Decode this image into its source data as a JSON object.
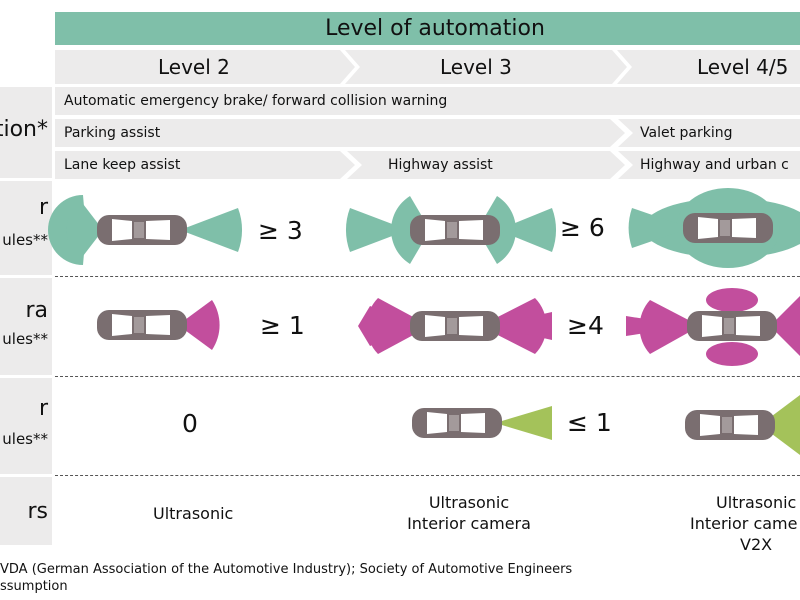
{
  "header": {
    "title": "Level of automation"
  },
  "levels": [
    "Level 2",
    "Level 3",
    "Level 4/5"
  ],
  "left_labels": {
    "functions": "ation*",
    "radar_top": "r",
    "radar_sub": "ules**",
    "camera_top": "ra",
    "camera_sub": "ules**",
    "lidar_top": "r",
    "lidar_sub": "ules**",
    "other_sensors": "rs"
  },
  "features": {
    "row1": "Automatic emergency brake/ forward collision warning",
    "parking_assist": "Parking assist",
    "valet_parking": "Valet parking",
    "lane_keep_assist": "Lane keep assist",
    "highway_assist": "Highway assist",
    "highway_urban": "Highway and urban c"
  },
  "radar_counts": {
    "l2": "≥ 3",
    "l3": "≥ 6"
  },
  "camera_counts": {
    "l2": "≥ 1",
    "l3": "≥4"
  },
  "lidar_counts": {
    "l2": "0",
    "l3": "≤ 1"
  },
  "other_sensors": {
    "l2": "Ultrasonic",
    "l3_line1": "Ultrasonic",
    "l3_line2": "Interior camera",
    "l45_line1": "Ultrasonic",
    "l45_line2": "Interior came",
    "l45_line3": "V2X"
  },
  "footnotes": {
    "line1": "VDA (German Association of the Automotive Industry); Society of Automotive Engineers",
    "line2": "ssumption"
  },
  "colors": {
    "header": "#7fbfa9",
    "radar": "#7fbfa9",
    "camera": "#c24e9d",
    "lidar": "#a4c25a",
    "car": "#7a6e70",
    "bar": "#ecebeb"
  }
}
